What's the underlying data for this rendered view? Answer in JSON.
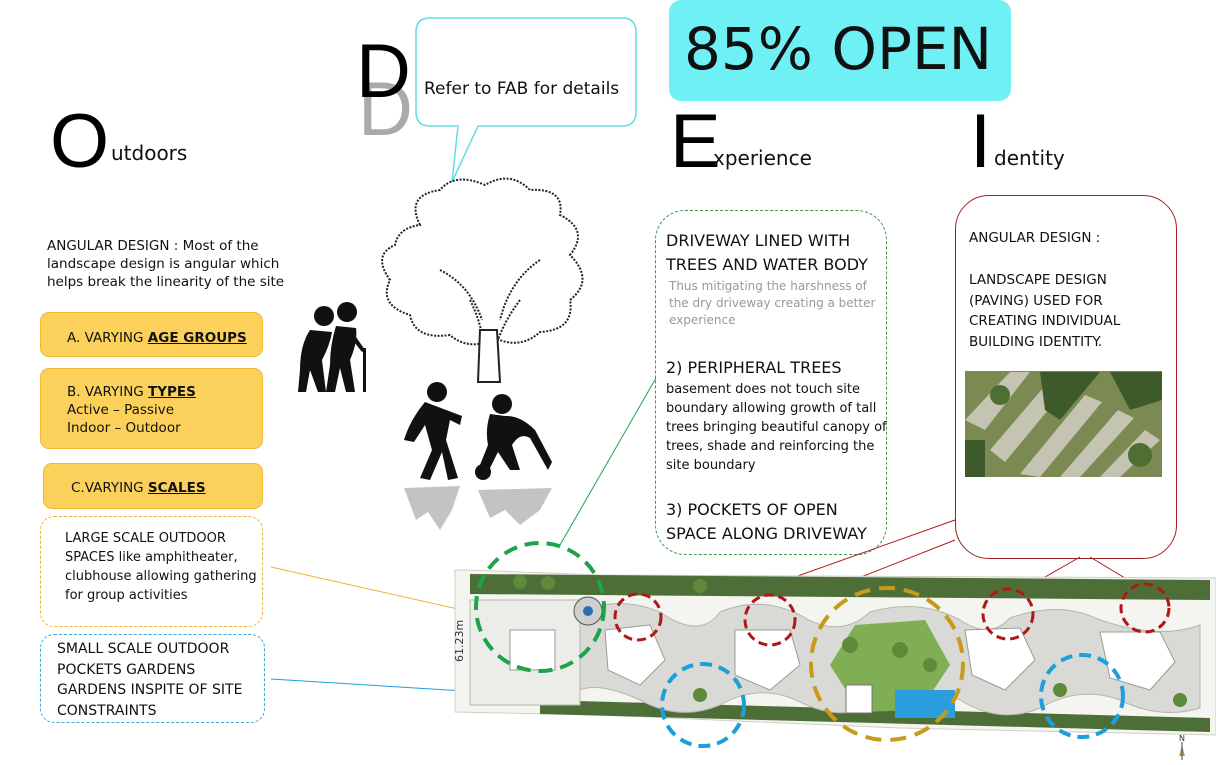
{
  "banner": {
    "text": "85% OPEN",
    "color": "#6ef0f4"
  },
  "speech_bubble": {
    "text": "Refer to FAB for details"
  },
  "acronym": {
    "d": {
      "letter": "D"
    },
    "o": {
      "letter": "O",
      "word": "utdoors"
    },
    "e": {
      "letter": "E",
      "word": "xperience"
    },
    "i": {
      "letter": "I",
      "word": "dentity"
    }
  },
  "outdoors": {
    "intro": "ANGULAR DESIGN :  Most of the landscape design is angular which helps break the linearity of the site",
    "pills": [
      {
        "prefix": "A. VARYING ",
        "emph": "AGE GROUPS",
        "lines": []
      },
      {
        "prefix": "B. VARYING ",
        "emph": "TYPES",
        "lines": [
          "Active – Passive",
          "Indoor – Outdoor"
        ]
      },
      {
        "prefix": "C.VARYING ",
        "emph": "SCALES",
        "lines": []
      }
    ],
    "large_scale": "LARGE SCALE OUTDOOR SPACES like amphitheater, clubhouse allowing gathering for group activities",
    "small_scale": "SMALL SCALE OUTDOOR POCKETS GARDENS GARDENS INSPITE OF SITE CONSTRAINTS"
  },
  "experience": {
    "heading1": "DRIVEWAY LINED WITH TREES AND WATER BODY",
    "sub1": "Thus mitigating the harshness of the dry driveway creating a better experience",
    "heading2": "2) PERIPHERAL TREES",
    "body2": "basement does not touch site boundary allowing growth of tall trees  bringing beautiful canopy of trees, shade and reinforcing the site boundary",
    "heading3": "3) POCKETS OF OPEN SPACE ALONG DRIVEWAY"
  },
  "identity": {
    "heading": "ANGULAR DESIGN :",
    "body": "LANDSCAPE DESIGN (PAVING) USED FOR CREATING INDIVIDUAL BUILDING IDENTITY."
  },
  "site_plan": {
    "dimension_label": "61.23m",
    "north_label": "N"
  },
  "colors": {
    "pill": "#fcd15b",
    "green_circle": "#1fa34a",
    "red_circle": "#b01818",
    "blue_circle": "#1d9fdc",
    "gold_circle": "#c89a1a",
    "identity_border": "#a02020",
    "experience_border": "#3a9a4a"
  }
}
